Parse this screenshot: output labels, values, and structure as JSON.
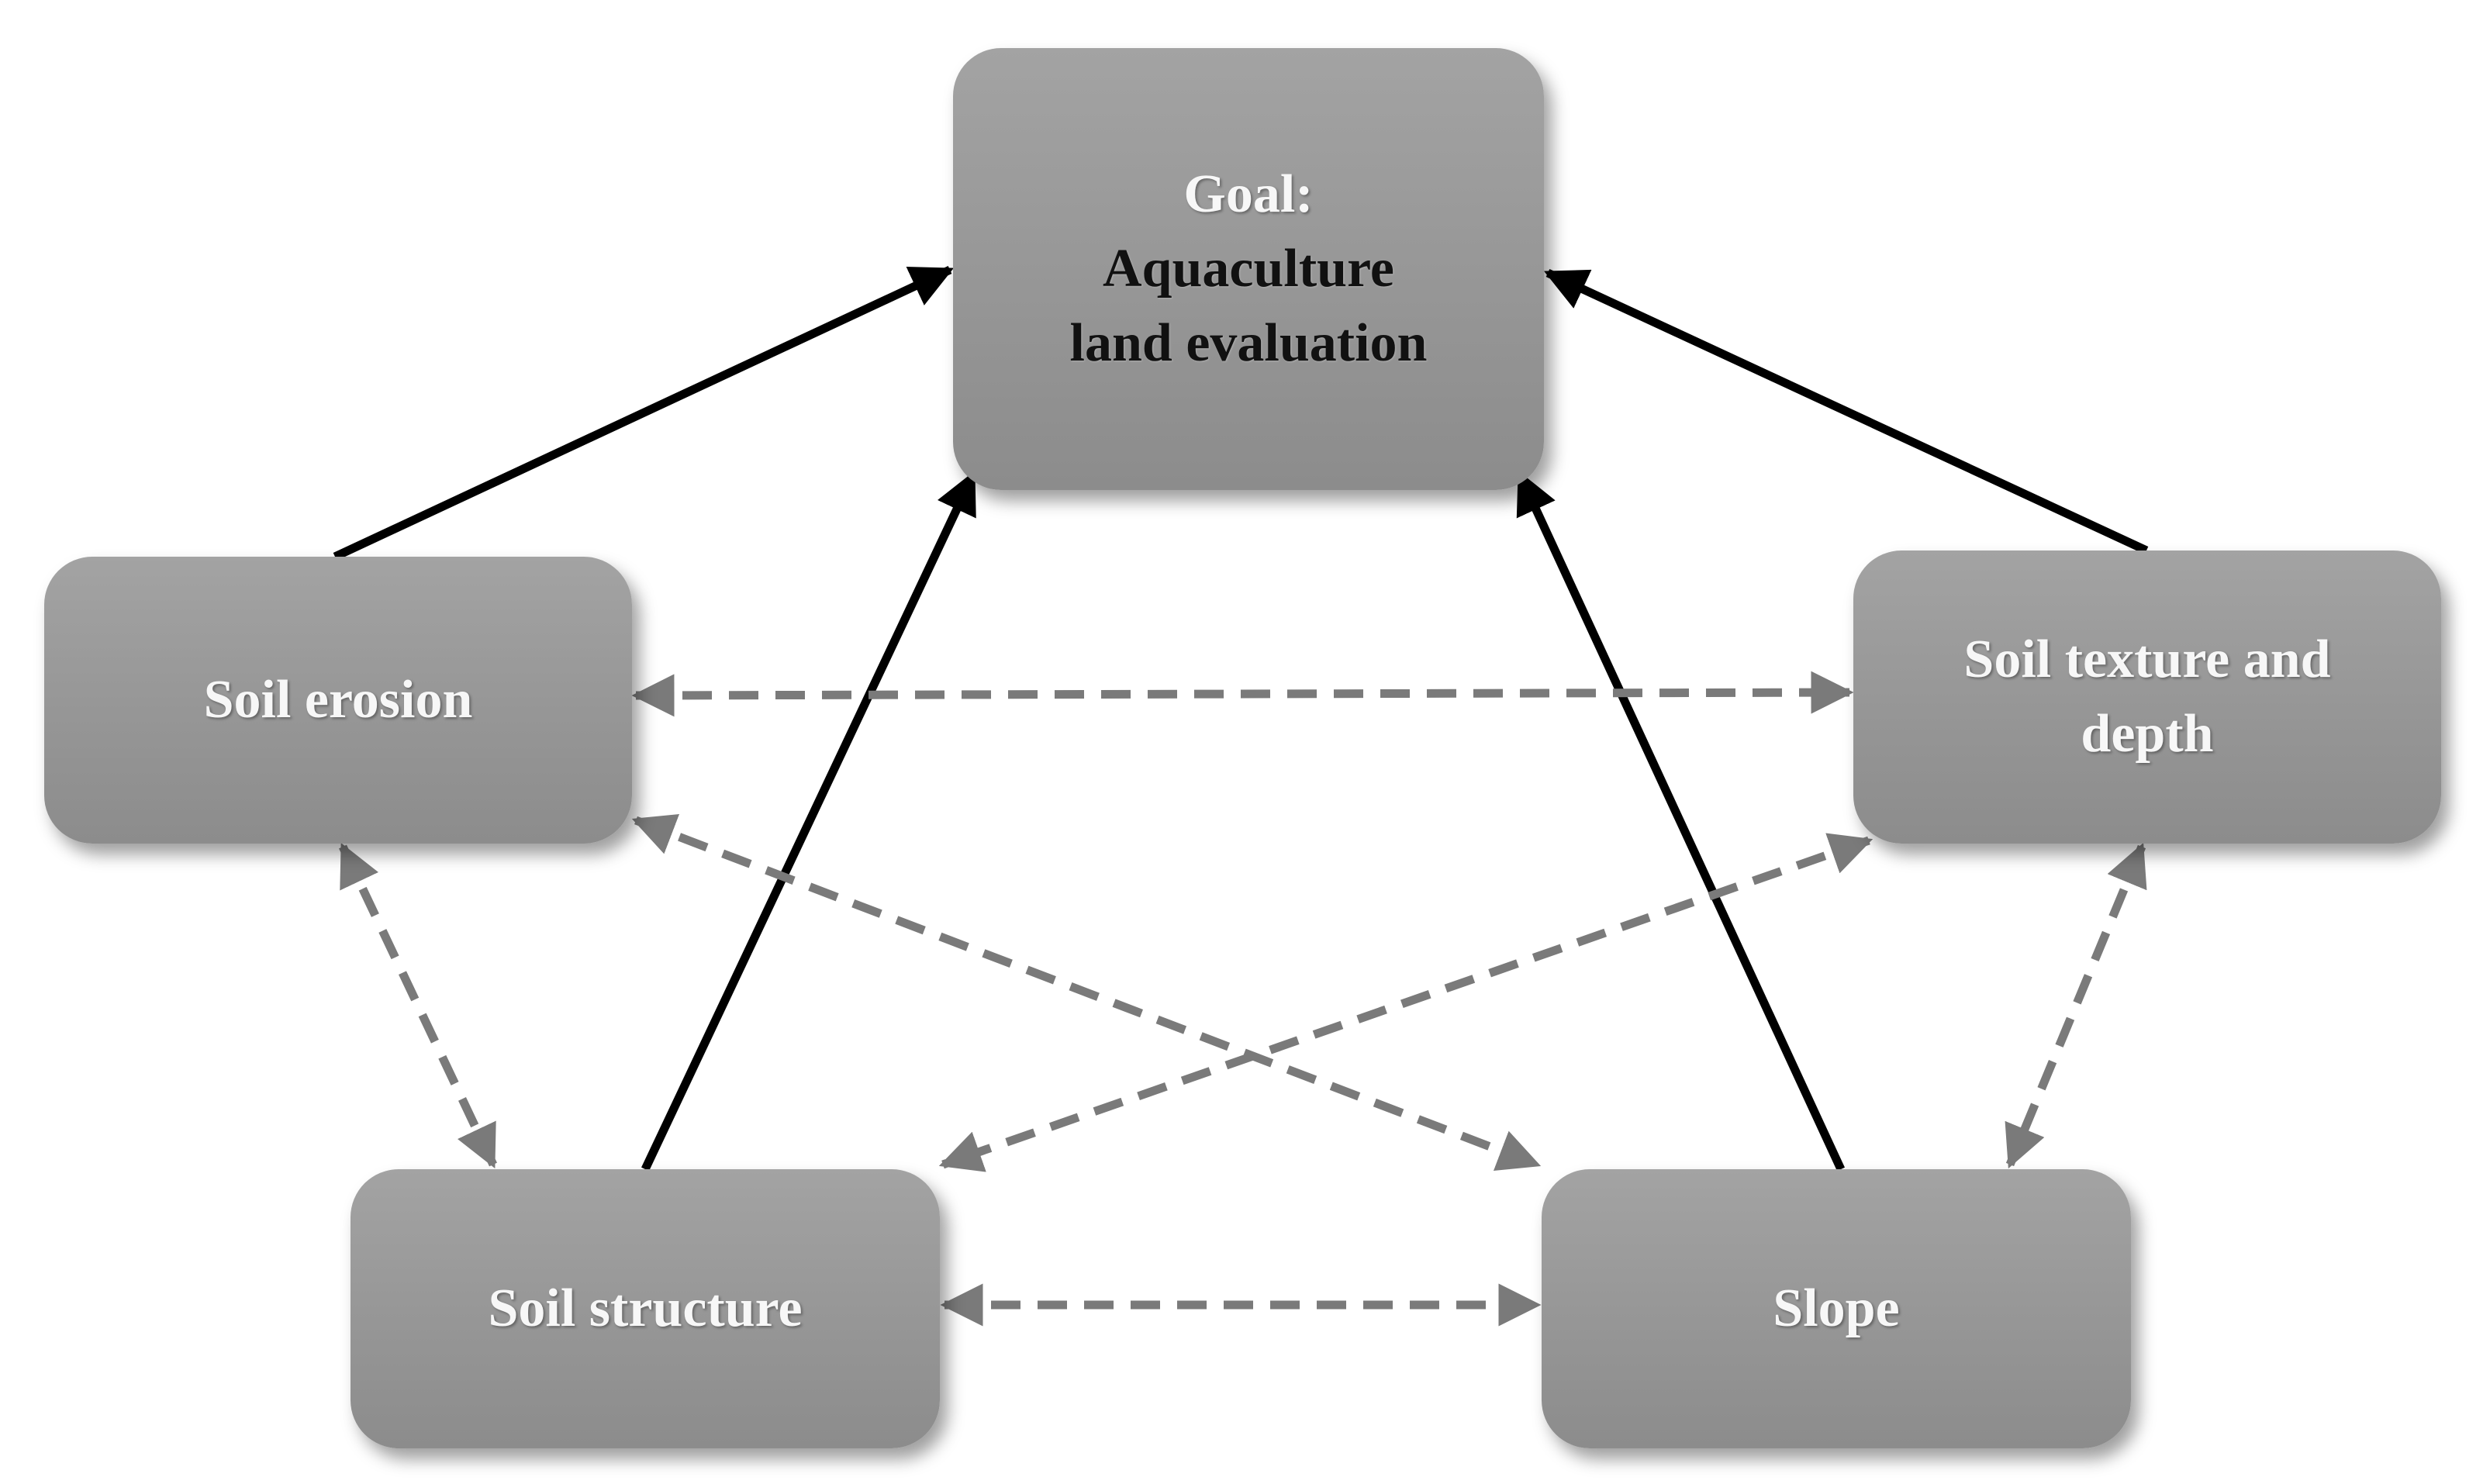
{
  "nodes": {
    "goal": {
      "line1": "Goal:",
      "line2": "Aquaculture",
      "line3": "land evaluation"
    },
    "soil_erosion": {
      "label": "Soil erosion"
    },
    "soil_texture": {
      "line1": "Soil texture and",
      "line2": "depth"
    },
    "soil_structure": {
      "label": "Soil structure"
    },
    "slope": {
      "label": "Slope"
    }
  },
  "edges": {
    "solid": [
      {
        "from": "soil_erosion",
        "to": "goal"
      },
      {
        "from": "soil_structure",
        "to": "goal"
      },
      {
        "from": "slope",
        "to": "goal"
      },
      {
        "from": "soil_texture",
        "to": "goal"
      }
    ],
    "dashed_bidirectional": [
      {
        "a": "soil_erosion",
        "b": "soil_texture"
      },
      {
        "a": "soil_erosion",
        "b": "soil_structure"
      },
      {
        "a": "soil_erosion",
        "b": "slope"
      },
      {
        "a": "soil_texture",
        "b": "soil_structure"
      },
      {
        "a": "soil_texture",
        "b": "slope"
      },
      {
        "a": "soil_structure",
        "b": "slope"
      }
    ]
  },
  "colors": {
    "solid_arrow": "#000000",
    "dashed_arrow": "#7a7a7a",
    "node_fill": "#999999",
    "node_text": "#f7f7f7",
    "goal_text": "#111111"
  }
}
